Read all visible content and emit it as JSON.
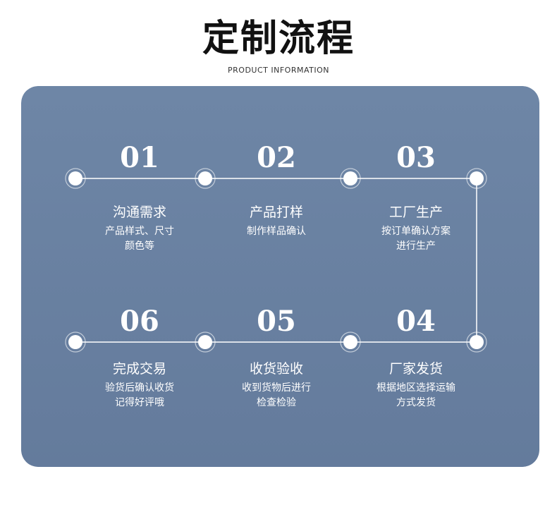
{
  "header": {
    "title": "定制流程",
    "subtitle": "PRODUCT INFORMATION"
  },
  "colors": {
    "panel_bg": "#6e86a6",
    "panel_gradient_end": "#647b9c",
    "line": "#ffffff",
    "node": "#ffffff"
  },
  "steps": [
    {
      "num": "01",
      "title": "沟通需求",
      "desc": [
        "产品样式、尺寸",
        "颜色等"
      ]
    },
    {
      "num": "02",
      "title": "产品打样",
      "desc": [
        "制作样品确认"
      ]
    },
    {
      "num": "03",
      "title": "工厂生产",
      "desc": [
        "按订单确认方案",
        "进行生产"
      ]
    },
    {
      "num": "04",
      "title": "厂家发货",
      "desc": [
        "根据地区选择运输",
        "方式发货"
      ]
    },
    {
      "num": "05",
      "title": "收货验收",
      "desc": [
        "收到货物后进行",
        "检查检验"
      ]
    },
    {
      "num": "06",
      "title": "完成交易",
      "desc": [
        "验货后确认收货",
        "记得好评哦"
      ]
    }
  ]
}
